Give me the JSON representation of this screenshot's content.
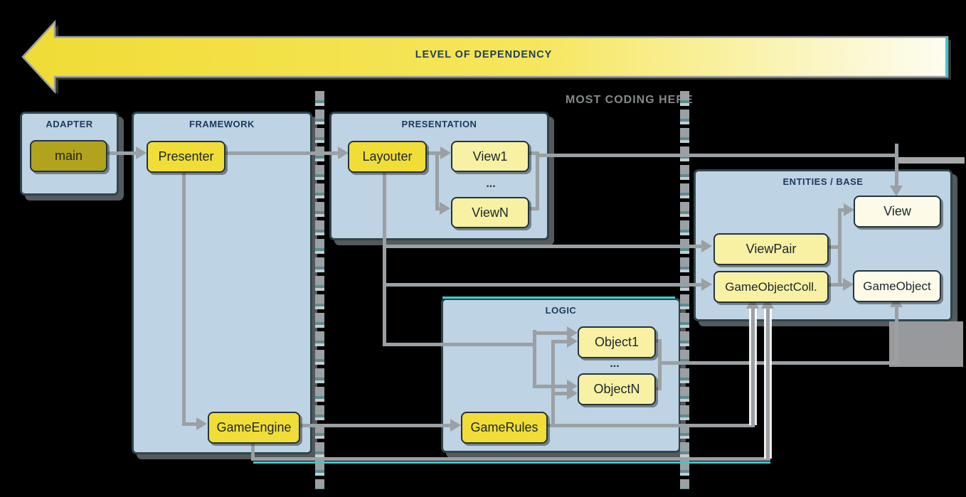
{
  "dependency_arrow": {
    "label": "LEVEL OF DEPENDENCY"
  },
  "annotation": {
    "label": "MOST CODING HERE"
  },
  "layers": {
    "adapter": {
      "title": "ADAPTER",
      "main": "main"
    },
    "framework": {
      "title": "FRAMEWORK",
      "presenter": "Presenter",
      "game_engine": "GameEngine"
    },
    "presentation": {
      "title": "PRESENTATION",
      "layouter": "Layouter",
      "view1": "View1",
      "dots": "...",
      "view_n": "ViewN"
    },
    "logic": {
      "title": "LOGIC",
      "object1": "Object1",
      "dots": "...",
      "object_n": "ObjectN",
      "game_rules": "GameRules"
    },
    "entities": {
      "title": "ENTITIES / BASE",
      "view": "View",
      "view_pair": "ViewPair",
      "game_object_coll": "GameObjectColl.",
      "game_object": "GameObject"
    }
  },
  "colors": {
    "background": "#000000",
    "connector_gray": "#9aa0a3",
    "teal_accent": "#3ec9cd",
    "container_fill": "#bed3e3",
    "container_border": "#2e454c",
    "title_navy": "#1d3a5e",
    "node_bright_yellow": "#f1dd37",
    "node_light_yellow": "#f8f0a2",
    "node_cream": "#fdfae8",
    "node_olive": "#b2a31f",
    "arrow_gradient_start": "#f0dc35",
    "arrow_gradient_end": "#fdfdf2"
  }
}
